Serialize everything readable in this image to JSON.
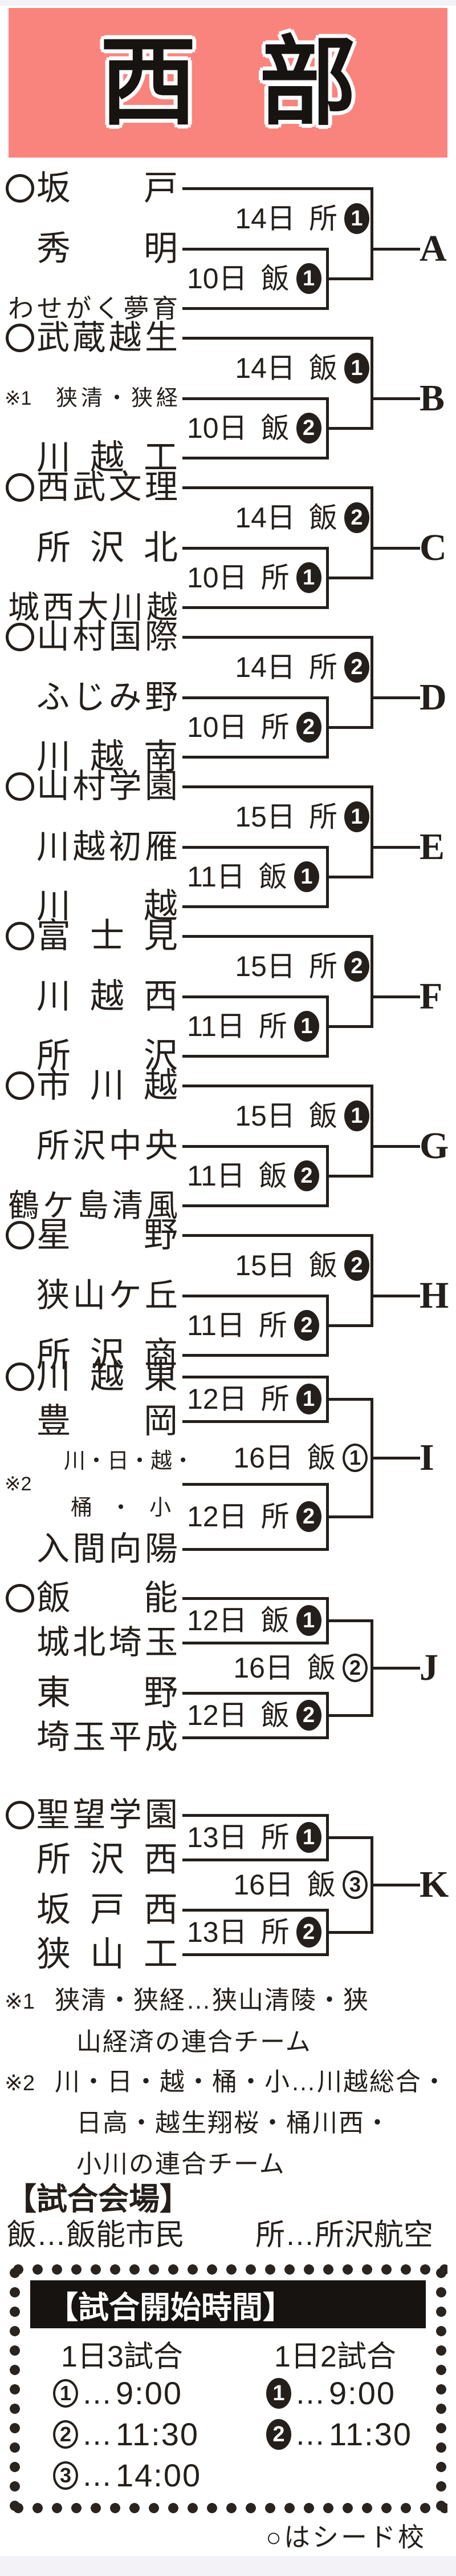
{
  "title": "西部",
  "colors": {
    "header_bg": "#f9847d",
    "ink": "#241f1b"
  },
  "blocks": [
    {
      "letter": "A",
      "teams": [
        {
          "name": "坂戸",
          "seed": true
        },
        {
          "name": "秀明"
        },
        {
          "name": "わせがく夢育"
        }
      ],
      "round2": {
        "date": "14日",
        "venue": "所",
        "no": "1",
        "filled": true
      },
      "round1": {
        "date": "10日",
        "venue": "飯",
        "no": "1",
        "filled": true
      }
    },
    {
      "letter": "B",
      "teams": [
        {
          "name": "武蔵越生",
          "seed": true
        },
        {
          "name": "狭清・狭経",
          "note": "※1"
        },
        {
          "name": "川越工"
        }
      ],
      "round2": {
        "date": "14日",
        "venue": "飯",
        "no": "1",
        "filled": true
      },
      "round1": {
        "date": "10日",
        "venue": "飯",
        "no": "2",
        "filled": true
      }
    },
    {
      "letter": "C",
      "teams": [
        {
          "name": "西武文理",
          "seed": true
        },
        {
          "name": "所沢北"
        },
        {
          "name": "城西大川越"
        }
      ],
      "round2": {
        "date": "14日",
        "venue": "飯",
        "no": "2",
        "filled": true
      },
      "round1": {
        "date": "10日",
        "venue": "所",
        "no": "1",
        "filled": true
      }
    },
    {
      "letter": "D",
      "teams": [
        {
          "name": "山村国際",
          "seed": true
        },
        {
          "name": "ふじみ野"
        },
        {
          "name": "川越南"
        }
      ],
      "round2": {
        "date": "14日",
        "venue": "所",
        "no": "2",
        "filled": true
      },
      "round1": {
        "date": "10日",
        "venue": "所",
        "no": "2",
        "filled": true
      }
    },
    {
      "letter": "E",
      "teams": [
        {
          "name": "山村学園",
          "seed": true
        },
        {
          "name": "川越初雁"
        },
        {
          "name": "川越"
        }
      ],
      "round2": {
        "date": "15日",
        "venue": "所",
        "no": "1",
        "filled": true
      },
      "round1": {
        "date": "11日",
        "venue": "飯",
        "no": "1",
        "filled": true
      }
    },
    {
      "letter": "F",
      "teams": [
        {
          "name": "富士見",
          "seed": true
        },
        {
          "name": "川越西"
        },
        {
          "name": "所沢"
        }
      ],
      "round2": {
        "date": "15日",
        "venue": "所",
        "no": "2",
        "filled": true
      },
      "round1": {
        "date": "11日",
        "venue": "所",
        "no": "1",
        "filled": true
      }
    },
    {
      "letter": "G",
      "teams": [
        {
          "name": "市川越",
          "seed": true
        },
        {
          "name": "所沢中央"
        },
        {
          "name": "鶴ケ島清風"
        }
      ],
      "round2": {
        "date": "15日",
        "venue": "飯",
        "no": "1",
        "filled": true
      },
      "round1": {
        "date": "11日",
        "venue": "飯",
        "no": "2",
        "filled": true
      }
    },
    {
      "letter": "H",
      "teams": [
        {
          "name": "星野",
          "seed": true
        },
        {
          "name": "狭山ケ丘"
        },
        {
          "name": "所沢商"
        }
      ],
      "round2": {
        "date": "15日",
        "venue": "飯",
        "no": "2",
        "filled": true
      },
      "round1": {
        "date": "11日",
        "venue": "所",
        "no": "2",
        "filled": true
      }
    },
    {
      "letter": "I",
      "teams": [
        {
          "name": "川越東",
          "seed": true
        },
        {
          "name": "豊岡"
        },
        {
          "name": "川・日・越・桶・小",
          "lines": [
            "川・日・越・",
            "桶・小"
          ],
          "note": "※2"
        },
        {
          "name": "入間向陽"
        }
      ],
      "match1": {
        "date": "12日",
        "venue": "所",
        "no": "1",
        "filled": true
      },
      "round2": {
        "date": "16日",
        "venue": "飯",
        "no": "1",
        "filled": false
      },
      "match2": {
        "date": "12日",
        "venue": "所",
        "no": "2",
        "filled": true
      }
    },
    {
      "letter": "J",
      "teams": [
        {
          "name": "飯能",
          "seed": true
        },
        {
          "name": "城北埼玉"
        },
        {
          "name": "東野"
        },
        {
          "name": "埼玉平成"
        }
      ],
      "match1": {
        "date": "12日",
        "venue": "飯",
        "no": "1",
        "filled": true
      },
      "round2": {
        "date": "16日",
        "venue": "飯",
        "no": "2",
        "filled": false
      },
      "match2": {
        "date": "12日",
        "venue": "飯",
        "no": "2",
        "filled": true
      }
    },
    {
      "letter": "K",
      "teams": [
        {
          "name": "聖望学園",
          "seed": true
        },
        {
          "name": "所沢西"
        },
        {
          "name": "坂戸西"
        },
        {
          "name": "狭山工"
        }
      ],
      "match1": {
        "date": "13日",
        "venue": "所",
        "no": "1",
        "filled": true
      },
      "round2": {
        "date": "16日",
        "venue": "飯",
        "no": "3",
        "filled": false
      },
      "match2": {
        "date": "13日",
        "venue": "所",
        "no": "2",
        "filled": true
      }
    }
  ],
  "footnotes": [
    {
      "marker": "※1",
      "lines": [
        "狭清・狭経…狭山清陵・狭",
        "山経済の連合チーム"
      ]
    },
    {
      "marker": "※2",
      "lines": [
        "川・日・越・桶・小…川越総合・",
        "日高・越生翔桜・桶川西・",
        "小川の連合チーム"
      ]
    }
  ],
  "venues": {
    "heading": "【試合会場】",
    "items": [
      "飯…飯能市民",
      "所…所沢航空"
    ]
  },
  "schedule": {
    "heading": "【試合開始時間】",
    "separator": "…",
    "columns": [
      {
        "title": "1日3試合",
        "rows": [
          {
            "no": "1",
            "filled": false,
            "time": "9:00"
          },
          {
            "no": "2",
            "filled": false,
            "time": "11:30"
          },
          {
            "no": "3",
            "filled": false,
            "time": "14:00"
          }
        ]
      },
      {
        "title": "1日2試合",
        "rows": [
          {
            "no": "1",
            "filled": true,
            "time": "9:00"
          },
          {
            "no": "2",
            "filled": true,
            "time": "11:30"
          }
        ]
      }
    ]
  },
  "seed_note": "○はシード校"
}
